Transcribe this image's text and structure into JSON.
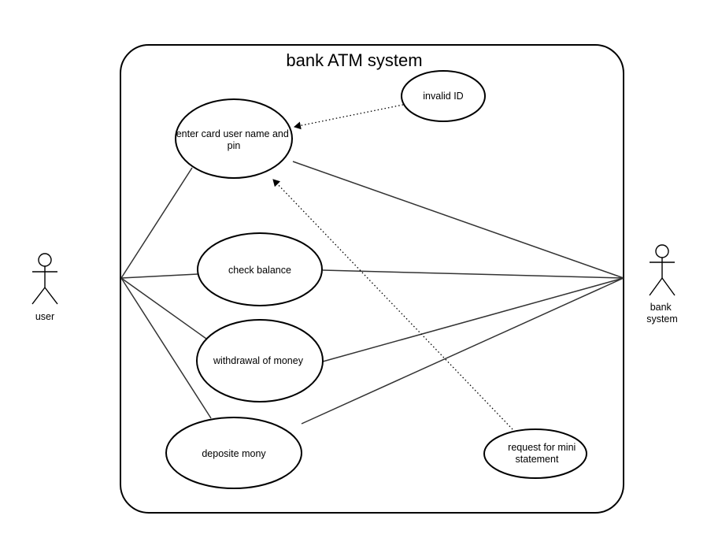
{
  "title": "bank ATM system",
  "actors": {
    "user": "user",
    "bank_system": [
      "bank",
      "system"
    ]
  },
  "use_cases": {
    "enter_card": [
      "enter card user name and",
      "pin"
    ],
    "invalid_id": "invalid ID",
    "check_balance": "check balance",
    "withdrawal": "withdrawal of money",
    "deposite": "deposite mony",
    "mini_statement": [
      "request for mini",
      "statement"
    ]
  },
  "colors": {
    "stroke": "#000000",
    "line": "#333333",
    "background": "#ffffff"
  }
}
